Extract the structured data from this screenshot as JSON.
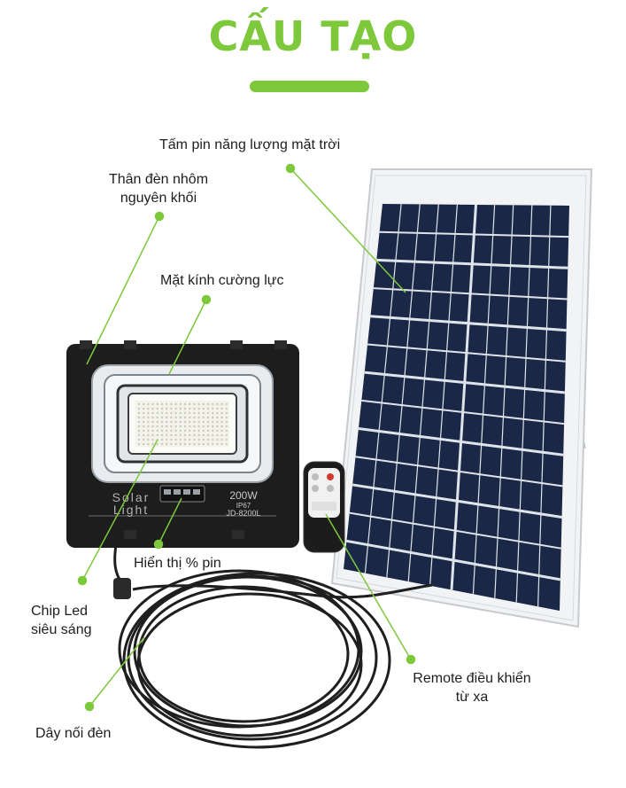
{
  "title": "CẤU TẠO",
  "labels": {
    "solar_panel": "Tấm pin năng lượng mặt trời",
    "lamp_body_line1": "Thân đèn nhôm",
    "lamp_body_line2": "nguyên khối",
    "tempered_glass": "Mặt kính cường lực",
    "battery_display": "Hiển thị % pin",
    "chip_led_line1": "Chip Led",
    "chip_led_line2": "siêu sáng",
    "remote_line1": "Remote điều khiển",
    "remote_line2": "từ xa",
    "cable": "Dây nối đèn"
  },
  "lamp_print": {
    "brand_line1": "Solar",
    "brand_line2": "Light",
    "wattage": "200W",
    "rating": "IP67",
    "model": "JD-8200L"
  },
  "colors": {
    "accent": "#7dc83b",
    "lamp_body": "#1d1d1d",
    "panel_cell": "#1b2a4a",
    "panel_frame": "#e6e8ea"
  }
}
